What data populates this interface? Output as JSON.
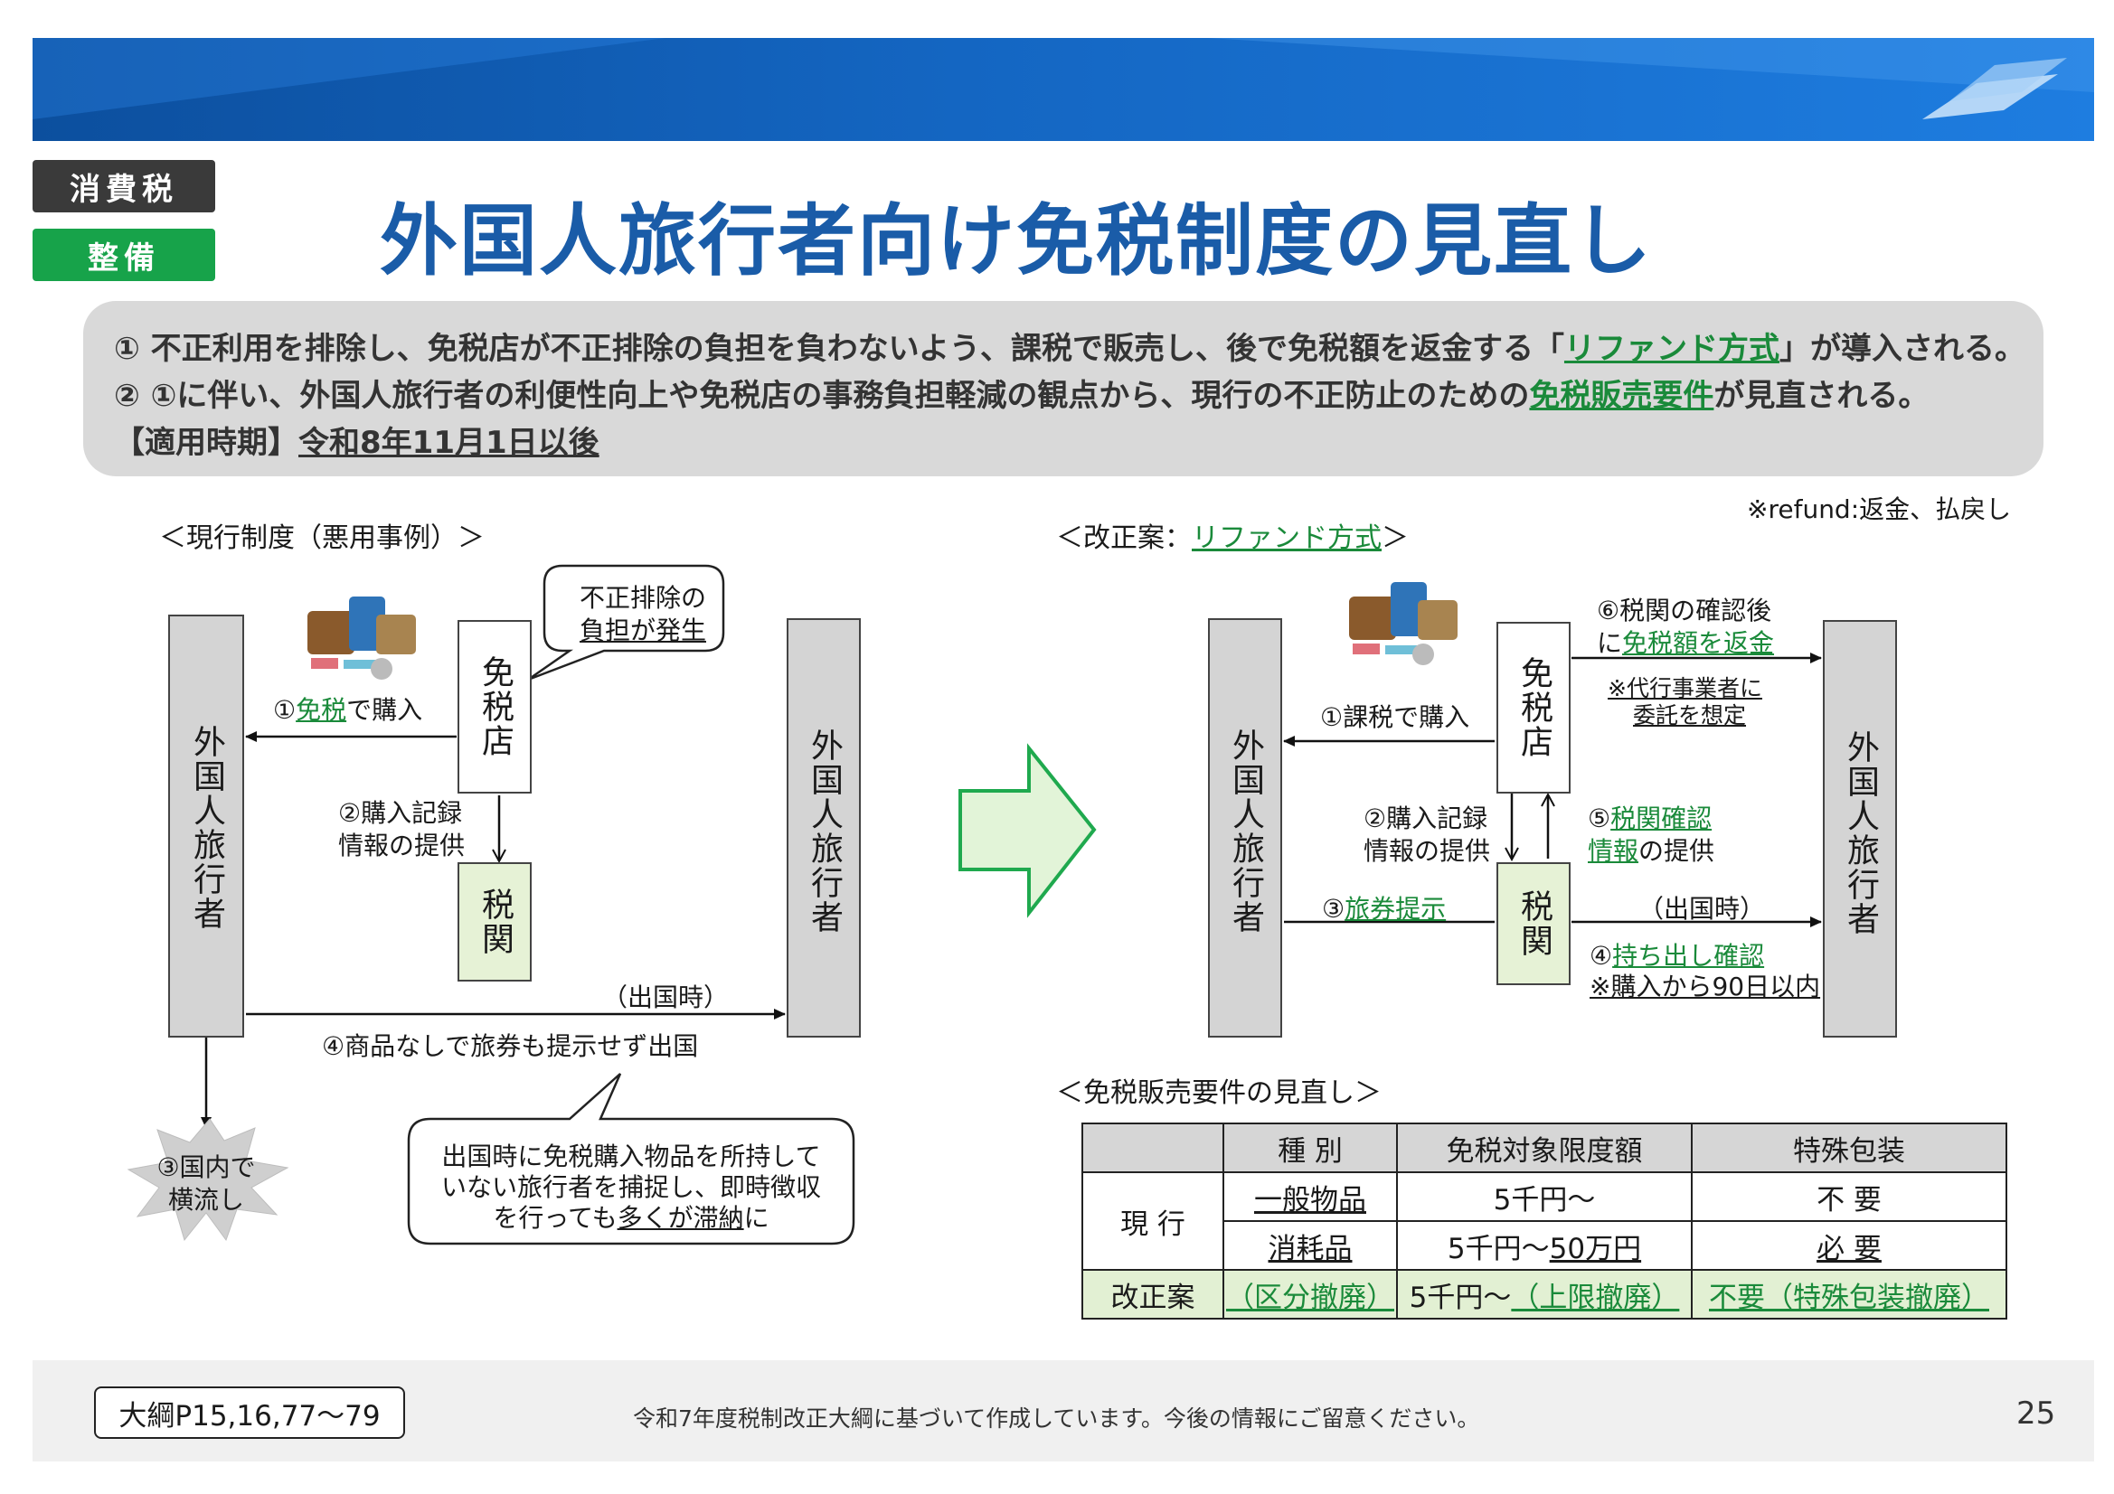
{
  "badges": {
    "tax": "消費税",
    "category": "整備"
  },
  "title": "外国人旅行者向け免税制度の見直し",
  "summary": {
    "line1_pre": "① 不正利用を排除し、免税店が不正排除の負担を負わないよう、課税で販売し、後で免税額を返金する「",
    "line1_link": "リファンド方式",
    "line1_post": "」が導入される。",
    "line2_pre": "② ①に伴い、外国人旅行者の利便性向上や免税店の事務負担軽減の観点から、現行の不正防止のための",
    "line2_link": "免税販売要件",
    "line2_post": "が見直される。",
    "line3_label": "【適用時期】",
    "line3_value": "令和8年11月1日以後"
  },
  "refund_note": "※refund:返金、払戻し",
  "current": {
    "heading": "＜現行制度（悪用事例）＞",
    "traveler": "外国人旅行者",
    "shop": "免税店",
    "customs": "税関",
    "bubble_top": {
      "line1": "不正排除の",
      "line2": "負担が発生"
    },
    "step1_prefix": "①",
    "step1_link": "免税",
    "step1_suffix": "で購入",
    "step2_line1": "②購入記録",
    "step2_line2": "情報の提供",
    "departure": "（出国時）",
    "step4": "④商品なしで旅券も提示せず出国",
    "step3_line1": "③国内で",
    "step3_line2": "横流し",
    "bubble_bottom": {
      "line1": "出国時に免税購入物品を所持して",
      "line2": "いない旅行者を捕捉し、即時徴収",
      "line3_pre": "を行っても",
      "line3_u": "多くが滞納",
      "line3_post": "に"
    }
  },
  "proposal": {
    "heading_pre": "＜改正案：",
    "heading_link": "リファンド方式",
    "heading_post": "＞",
    "traveler_left": "外国人旅行者",
    "traveler_right": "外国人旅行者",
    "shop": "免税店",
    "customs": "税関",
    "step1": "①課税で購入",
    "step2_line1": "②購入記録",
    "step2_line2": "情報の提供",
    "step3_prefix": "③",
    "step3_link": "旅券提示",
    "step4_prefix": "④",
    "step4_link": "持ち出し確認",
    "step4_note": "※購入から90日以内",
    "departure": "（出国時）",
    "step5_prefix": "⑤",
    "step5_link1": "税関確認",
    "step5_link2": "情報",
    "step5_suffix": "の提供",
    "step6_line1": "⑥税関の確認後",
    "step6_line2_prefix": "に",
    "step6_link": "免税額を返金",
    "agent_note_line1": "※代行事業者に",
    "agent_note_line2": "委託を想定"
  },
  "requirements": {
    "heading": "＜免税販売要件の見直し＞",
    "headers": [
      "種 別",
      "免税対象限度額",
      "特殊包装"
    ],
    "current_label": "現 行",
    "rows": [
      {
        "kind": "一般物品",
        "limit": "5千円～",
        "limit_u": "",
        "pack": "不 要"
      },
      {
        "kind": "消耗品",
        "limit": "5千円～",
        "limit_u": "50万円",
        "pack": "必 要"
      }
    ],
    "revised": {
      "label": "改正案",
      "kind": "（区分撤廃）",
      "limit_pre": "5千円～",
      "limit_link": "（上限撤廃）",
      "pack": "不要（特殊包装撤廃）"
    }
  },
  "footer": {
    "ref": "大綱P15,16,77～79",
    "note": "令和7年度税制改正大綱に基づいて作成しています。今後の情報にご留意ください。",
    "page": "25"
  },
  "colors": {
    "brand_blue": "#1a5ca8",
    "green": "#1a8a3a",
    "badge_dark": "#3a3a3a",
    "badge_green": "#17a34a",
    "customs_fill": "#e6f2d6",
    "revised_row": "#e2f0d3"
  }
}
